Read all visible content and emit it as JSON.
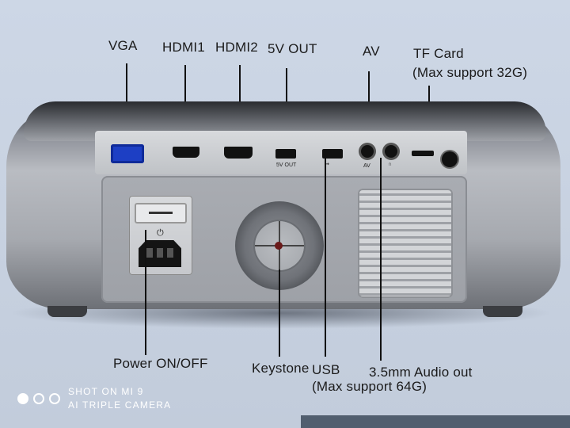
{
  "labels": {
    "vga": "VGA",
    "hdmi1": "HDMI1",
    "hdmi2": "HDMI2",
    "out5v": "5V OUT",
    "av": "AV",
    "tf_line1": "TF Card",
    "tf_line2": "(Max support 32G)",
    "power": "Power ON/OFF",
    "keystone": "Keystone",
    "usb_line1": "USB",
    "usb_line2": "(Max support 64G)",
    "audio": "3.5mm Audio out"
  },
  "port_marks": {
    "out5v": "5V OUT",
    "av": "AV"
  },
  "watermark": {
    "line1": "SHOT ON MI 9",
    "line2": "AI TRIPLE CAMERA"
  },
  "colors": {
    "vga_port": "#1d3fc4",
    "text": "#1b1b1b",
    "background": "#c9d3e2"
  }
}
